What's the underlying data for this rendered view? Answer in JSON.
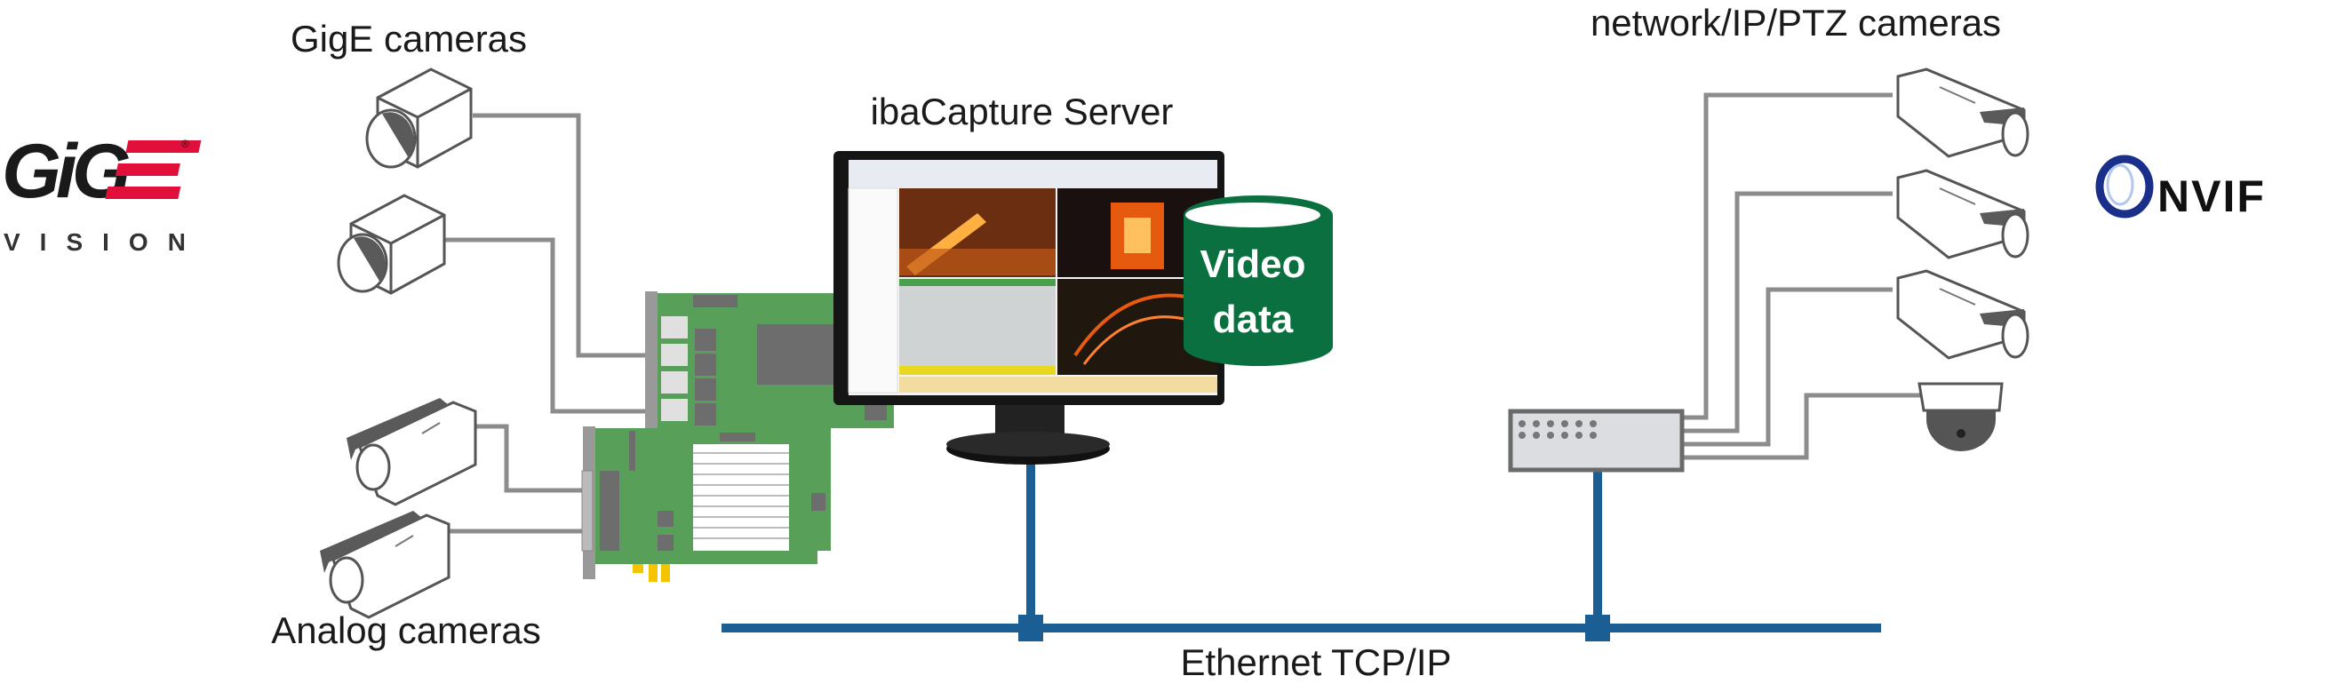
{
  "labels": {
    "gige_cameras": "GigE cameras",
    "analog_cameras": "Analog cameras",
    "server": "ibaCapture Server",
    "network_cameras": "network/IP/PTZ cameras",
    "ethernet": "Ethernet TCP/IP",
    "video_data_line1": "Video",
    "video_data_line2": "data"
  },
  "logos": {
    "gige_vision": {
      "top": "GiGE",
      "bottom": "VISION",
      "registered": "®"
    },
    "onvif": "ONVIF"
  },
  "colors": {
    "ethernet": "#1b5e94",
    "cable": "#8c8c8c",
    "board": "#58a05a",
    "database": "#0a7040",
    "gige_red": "#e0103a",
    "onvif_blue": "#1a2f8a"
  }
}
